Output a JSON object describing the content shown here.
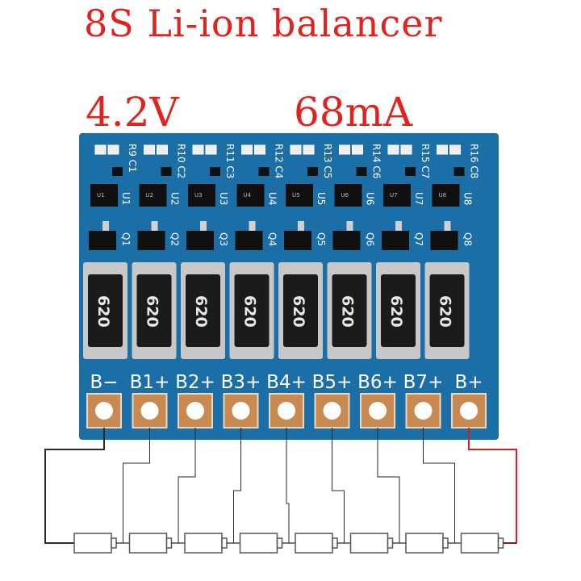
{
  "title": "8S Li-ion balancer",
  "spec": {
    "voltage": "4.2V",
    "current": "68mA"
  },
  "colors": {
    "title_text": "#e0231f",
    "pcb": "#1c6fa6",
    "pcb_trace": "#2a86bf",
    "resistor_body": "#1b1b1b",
    "resistor_cap": "#c8c8c8",
    "pad_copper": "#c98a52",
    "wire": "#2a2a2a",
    "wire_positive": "#d8201c"
  },
  "pads": [
    "B−",
    "B1+",
    "B2+",
    "B3+",
    "B4+",
    "B5+",
    "B6+",
    "B7+",
    "B+"
  ],
  "resistor_code": "620",
  "channels": [
    {
      "resistor": "R9",
      "cap": "C1",
      "ic": "U1",
      "mosfet": "Q1"
    },
    {
      "resistor": "R10",
      "cap": "C2",
      "ic": "U2",
      "mosfet": "Q2"
    },
    {
      "resistor": "R11",
      "cap": "C3",
      "ic": "U3",
      "mosfet": "Q3"
    },
    {
      "resistor": "R12",
      "cap": "C4",
      "ic": "U4",
      "mosfet": "Q4"
    },
    {
      "resistor": "R13",
      "cap": "C5",
      "ic": "U5",
      "mosfet": "Q5"
    },
    {
      "resistor": "R14",
      "cap": "C6",
      "ic": "U6",
      "mosfet": "Q6"
    },
    {
      "resistor": "R15",
      "cap": "C7",
      "ic": "U7",
      "mosfet": "Q7"
    },
    {
      "resistor": "R16",
      "cap": "C8",
      "ic": "U8",
      "mosfet": "Q8"
    }
  ],
  "cell_count": 8
}
